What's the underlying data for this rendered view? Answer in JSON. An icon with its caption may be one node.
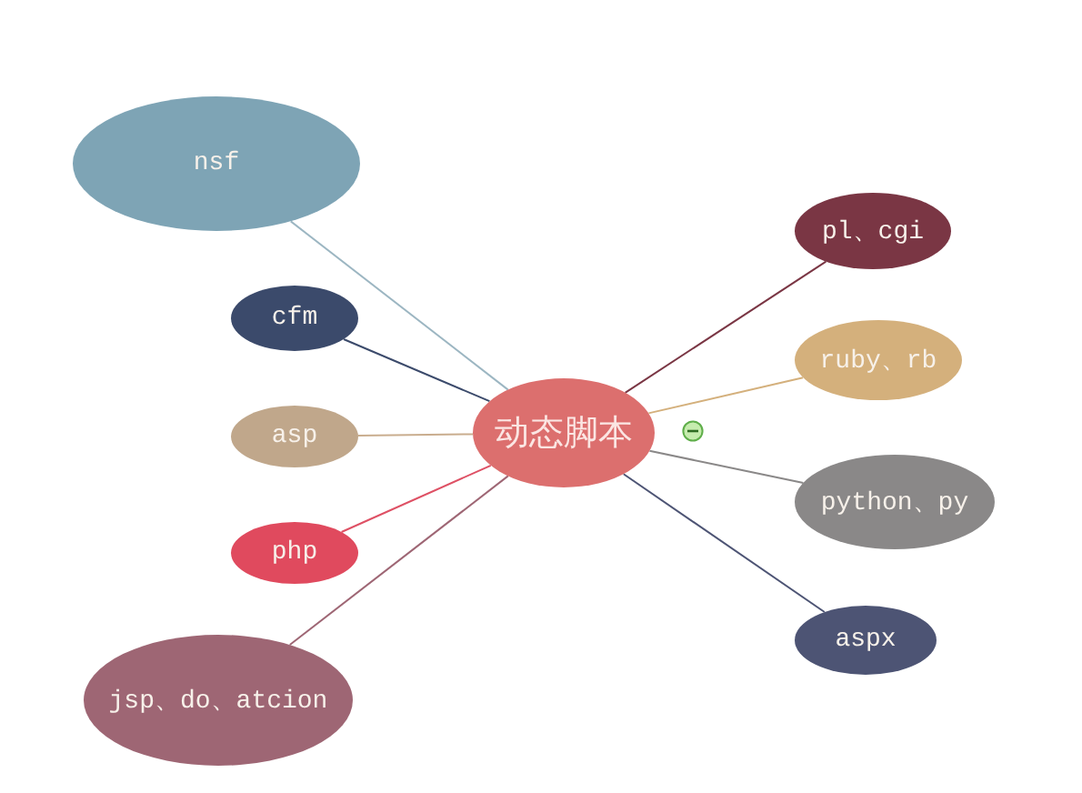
{
  "diagram": {
    "nodes": [
      {
        "text": [
          "动态脚本"
        ]
      },
      {
        "text": [
          "nsf"
        ]
      },
      {
        "text": [
          "cfm"
        ]
      },
      {
        "text": [
          "asp"
        ]
      },
      {
        "text": [
          "php"
        ]
      },
      {
        "text": [
          "jsp、do、atcion"
        ]
      },
      {
        "text": [
          "pl、cgi"
        ]
      },
      {
        "text": [
          "ruby、rb"
        ]
      },
      {
        "text": [
          "python、py"
        ]
      },
      {
        "text": [
          "aspx"
        ]
      }
    ],
    "edges": [
      {
        "from": 0,
        "to": 1,
        "arrow": "none",
        "color": "#9cb6c2"
      },
      {
        "from": 0,
        "to": 2,
        "arrow": "none",
        "color": "#3b4a6b"
      },
      {
        "from": 0,
        "to": 3,
        "arrow": "none",
        "color": "#c9ad8e"
      },
      {
        "from": 0,
        "to": 4,
        "arrow": "none",
        "color": "#de5064"
      },
      {
        "from": 0,
        "to": 5,
        "arrow": "none",
        "color": "#9e6674"
      },
      {
        "from": 0,
        "to": 6,
        "arrow": "none",
        "color": "#7a3644"
      },
      {
        "from": 0,
        "to": 7,
        "arrow": "none",
        "color": "#d4b07c"
      },
      {
        "from": 0,
        "to": 8,
        "arrow": "none",
        "color": "#8a8888"
      },
      {
        "from": 0,
        "to": 9,
        "arrow": "none",
        "color": "#4d5474"
      }
    ]
  }
}
